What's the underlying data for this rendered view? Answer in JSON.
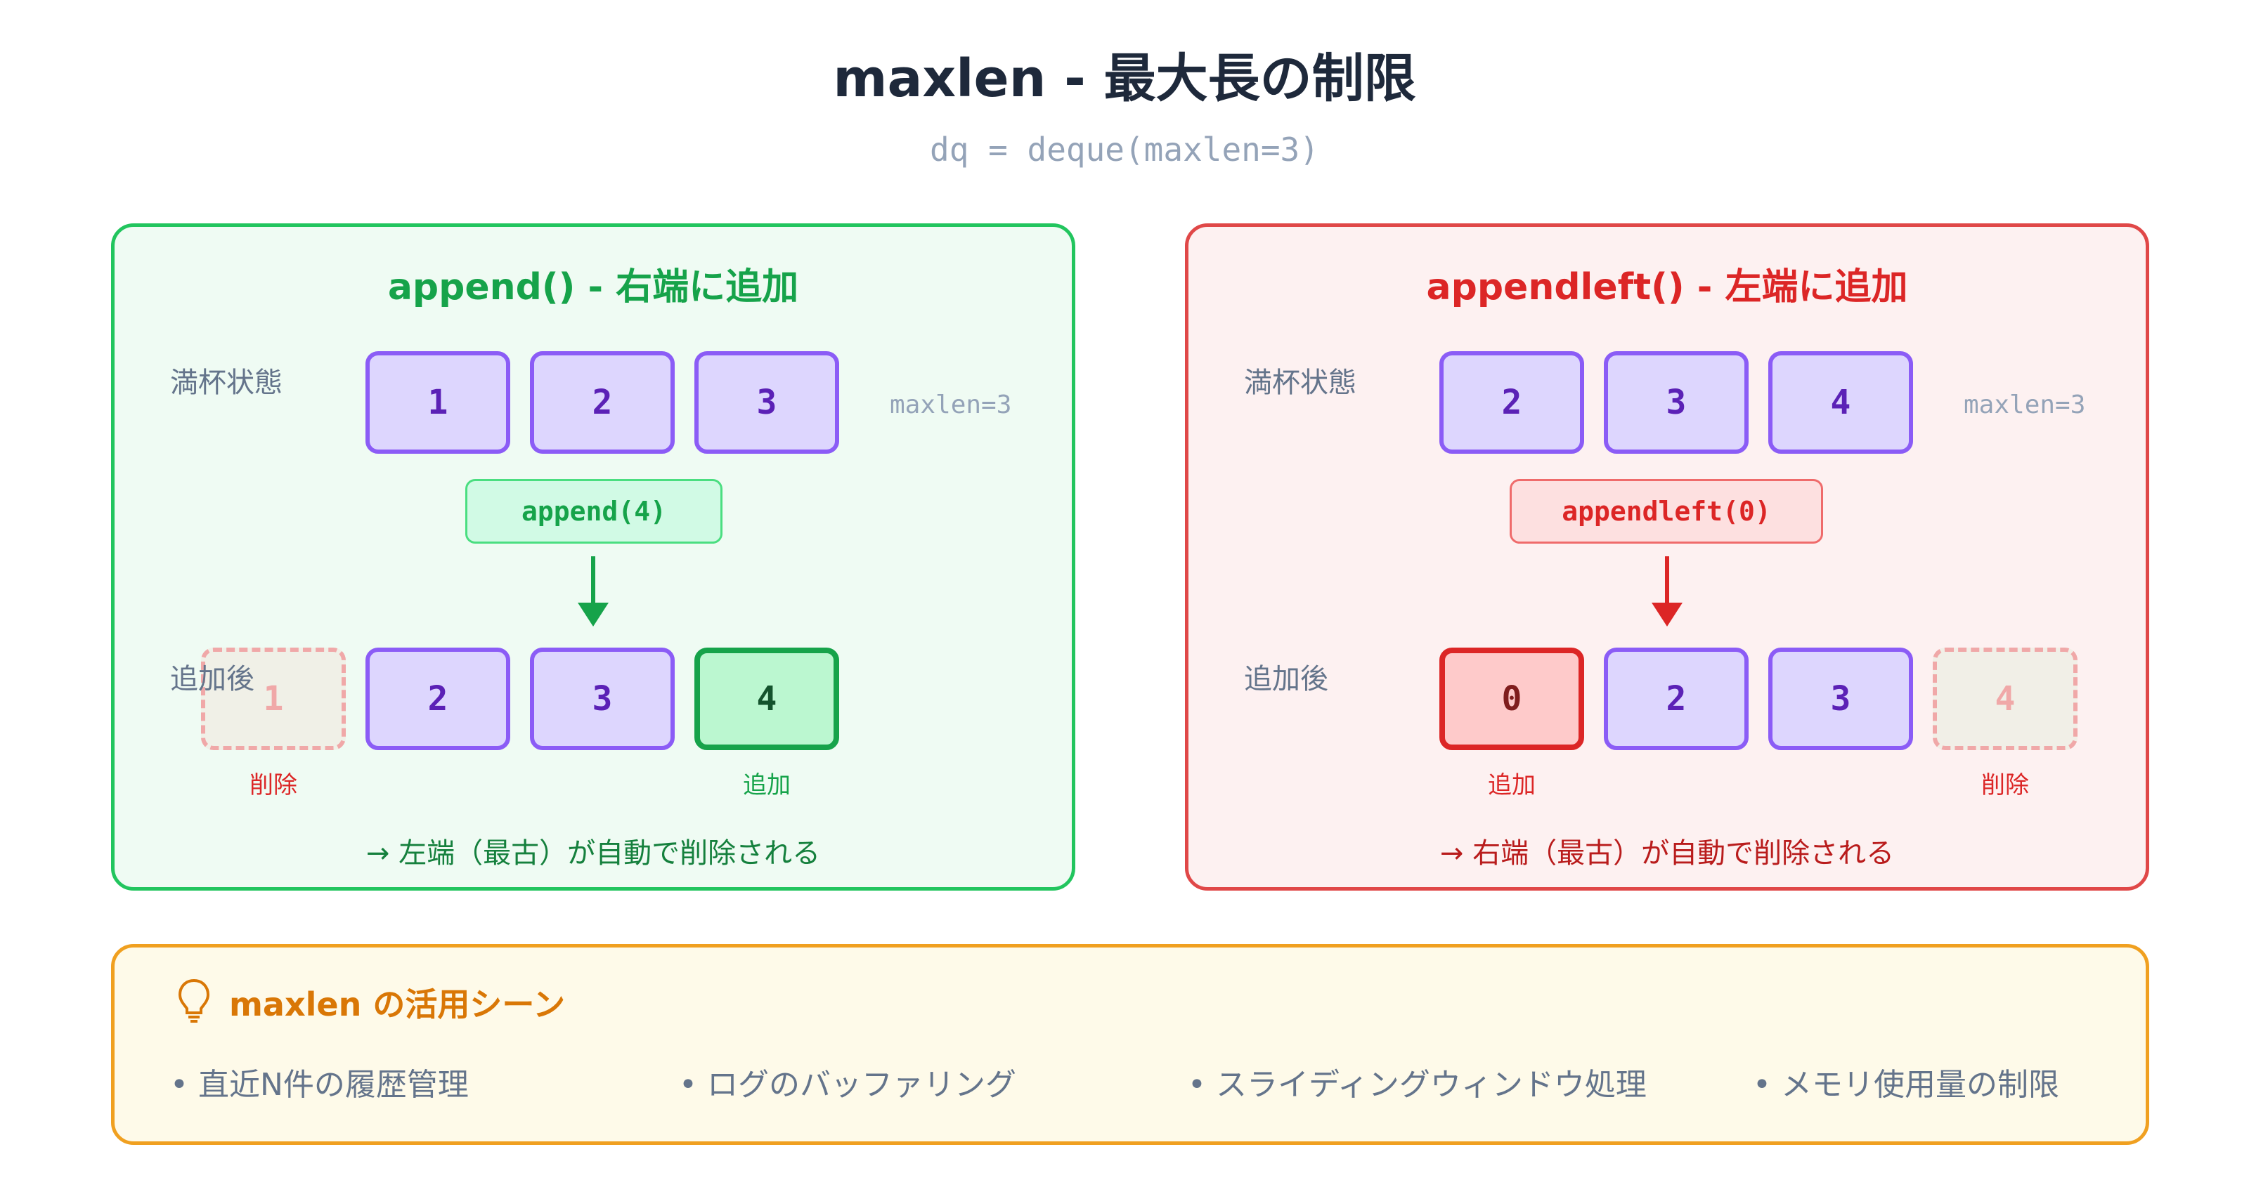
{
  "header": {
    "title": "maxlen - 最大長の制限",
    "code": "dq = deque(maxlen=3)"
  },
  "left_panel": {
    "title": "append() - 右端に追加",
    "full_label": "満杯状態",
    "full_values": [
      "1",
      "2",
      "3"
    ],
    "maxlen_note": "maxlen=3",
    "operation": "append(4)",
    "after_label": "追加後",
    "removed_value": "1",
    "after_values": [
      "2",
      "3",
      "4"
    ],
    "removed_label": "削除",
    "added_label": "追加",
    "caption": "→ 左端（最古）が自動で削除される",
    "accent_color": "#16a34a"
  },
  "right_panel": {
    "title": "appendleft() - 左端に追加",
    "full_label": "満杯状態",
    "full_values": [
      "2",
      "3",
      "4"
    ],
    "maxlen_note": "maxlen=3",
    "operation": "appendleft(0)",
    "after_label": "追加後",
    "after_values": [
      "0",
      "2",
      "3"
    ],
    "removed_value": "4",
    "added_label": "追加",
    "removed_label": "削除",
    "caption": "→ 右端（最古）が自動で削除される",
    "accent_color": "#dc2626"
  },
  "uses": {
    "icon": "lightbulb-icon",
    "title": "maxlen の活用シーン",
    "items": [
      "直近N件の履歴管理",
      "ログのバッファリング",
      "スライディングウィンドウ処理",
      "メモリ使用量の制限"
    ]
  }
}
